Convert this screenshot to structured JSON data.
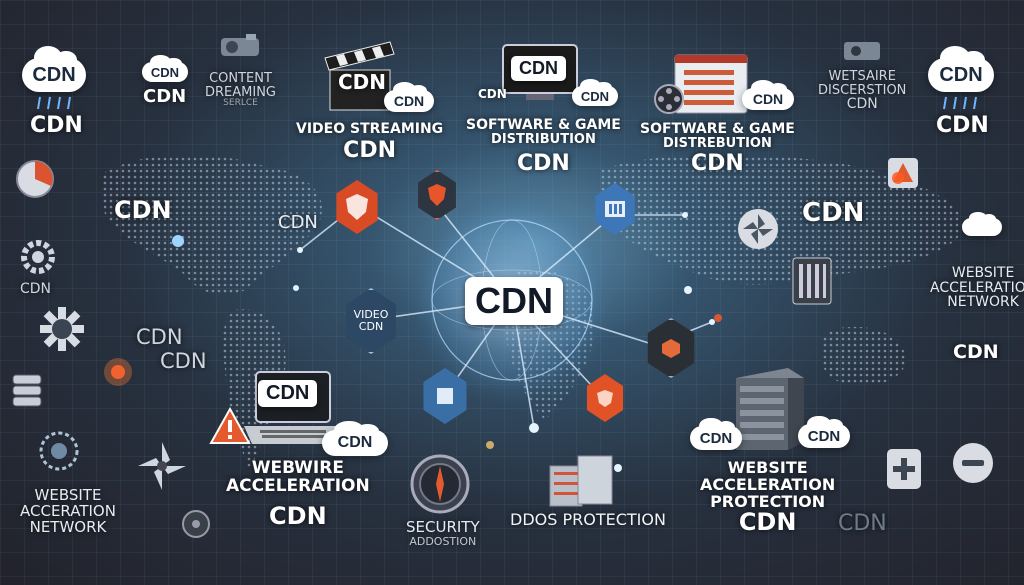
{
  "center": {
    "label": "CDN"
  },
  "titles": {
    "video_streaming": {
      "line1": "VIDEO STREAMING",
      "line2": "CDN"
    },
    "software_game_1": {
      "line1": "SOFTWARE & GAME",
      "line2": "DISTRIBUTION",
      "line3": "CDN"
    },
    "software_game_2": {
      "line1": "SOFTWARE & GAME",
      "line2": "DISTREBUTION",
      "line3": "CDN"
    },
    "webwire": {
      "line1": "WEBWIRE",
      "line2": "ACCELERATION",
      "line3": "CDN"
    },
    "website_protection": {
      "line1": "WEBSITE",
      "line2": "ACCELERATION",
      "line3": "PROTECTION",
      "line4": "CDN"
    },
    "website_network_left": {
      "line1": "WEBSITE",
      "line2": "ACCERATION",
      "line3": "NETWORK"
    },
    "website_network_right": {
      "line1": "WEBSITE",
      "line2": "ACCELERATION",
      "line3": "NETWORK"
    },
    "content_dreaming": {
      "line1": "CONTENT",
      "line2": "DREAMING",
      "line3": "SERLCE"
    },
    "wetsaire": {
      "line1": "WETSAIRE",
      "line2": "DISCERSTION",
      "line3": "CDN"
    },
    "security": {
      "line1": "SECURITY",
      "line2": "ADDOSTION"
    },
    "ddos": {
      "line1": "DDOS PROTECTION"
    }
  },
  "labels": {
    "cdn": "CDN",
    "video_cdn_line1": "VIDEO",
    "video_cdn_line2": "CDN"
  },
  "colors": {
    "accent_orange": "#e8552a",
    "accent_blue": "#3a7fc2",
    "glow": "#9fd4ff"
  },
  "icons": [
    "cloud-rain-icon",
    "clapperboard-icon",
    "monitor-icon",
    "browser-window-icon",
    "projector-icon",
    "shield-icon",
    "server-rack-icon",
    "laptop-icon",
    "warning-icon",
    "gear-icon",
    "fan-icon",
    "compass-icon",
    "database-icon",
    "plus-card-icon",
    "minus-circle-icon",
    "film-reel-icon"
  ]
}
